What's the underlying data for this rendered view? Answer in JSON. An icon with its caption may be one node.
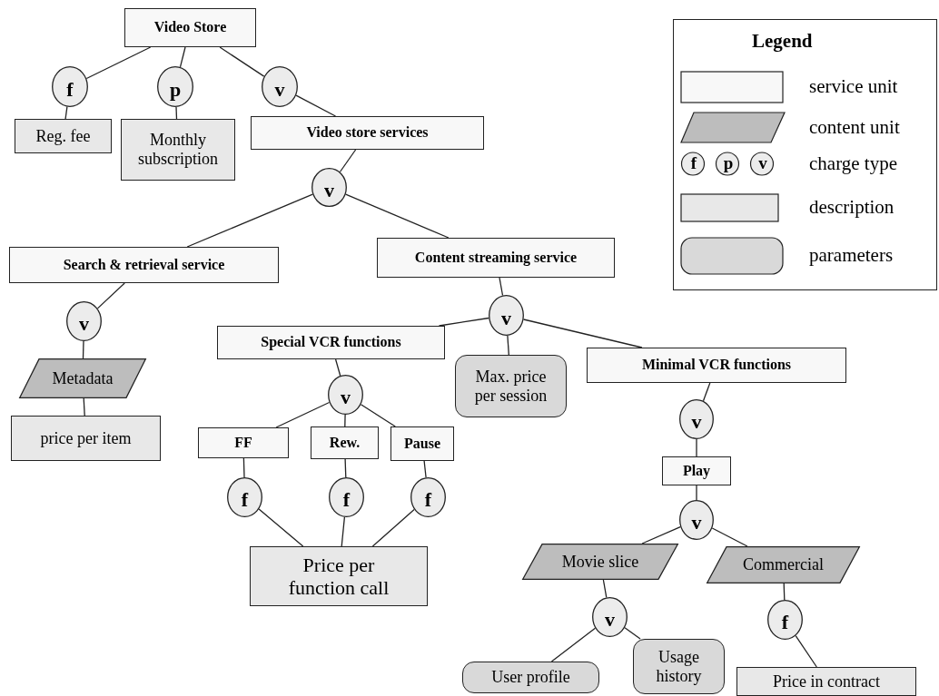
{
  "diagram": {
    "nodes": [
      {
        "text": [
          "Video Store"
        ]
      },
      {
        "text": [
          "f"
        ]
      },
      {
        "text": [
          "p"
        ]
      },
      {
        "text": [
          "v"
        ]
      },
      {
        "text": [
          "Reg. fee"
        ]
      },
      {
        "text": [
          "Monthly subscription"
        ]
      },
      {
        "text": [
          "Video store services"
        ]
      },
      {
        "text": [
          "v"
        ]
      },
      {
        "text": [
          "Search & retrieval service"
        ]
      },
      {
        "text": [
          "Content streaming service"
        ]
      },
      {
        "text": [
          "v"
        ]
      },
      {
        "text": [
          "Metadata"
        ]
      },
      {
        "text": [
          "price per item"
        ]
      },
      {
        "text": [
          "v"
        ]
      },
      {
        "text": [
          "Special VCR functions"
        ]
      },
      {
        "text": [
          "Max. price per session"
        ]
      },
      {
        "text": [
          "Minimal VCR functions"
        ]
      },
      {
        "text": [
          "v"
        ]
      },
      {
        "text": [
          "FF"
        ]
      },
      {
        "text": [
          "Rew."
        ]
      },
      {
        "text": [
          "Pause"
        ]
      },
      {
        "text": [
          "f"
        ]
      },
      {
        "text": [
          "f"
        ]
      },
      {
        "text": [
          "f"
        ]
      },
      {
        "text": [
          "Price per function call"
        ]
      },
      {
        "text": [
          "v"
        ]
      },
      {
        "text": [
          "Play"
        ]
      },
      {
        "text": [
          "v"
        ]
      },
      {
        "text": [
          "Movie slice"
        ]
      },
      {
        "text": [
          "Commercial"
        ]
      },
      {
        "text": [
          "v"
        ]
      },
      {
        "text": [
          "f"
        ]
      },
      {
        "text": [
          "User profile"
        ]
      },
      {
        "text": [
          "Usage history"
        ]
      },
      {
        "text": [
          "Price in contract"
        ]
      }
    ],
    "edges": [
      {
        "from": 0,
        "to": 1,
        "arrow": "none"
      },
      {
        "from": 0,
        "to": 2,
        "arrow": "none"
      },
      {
        "from": 0,
        "to": 3,
        "arrow": "none"
      },
      {
        "from": 1,
        "to": 4,
        "arrow": "none"
      },
      {
        "from": 2,
        "to": 5,
        "arrow": "none"
      },
      {
        "from": 3,
        "to": 6,
        "arrow": "none"
      },
      {
        "from": 6,
        "to": 7,
        "arrow": "none"
      },
      {
        "from": 7,
        "to": 8,
        "arrow": "none"
      },
      {
        "from": 7,
        "to": 9,
        "arrow": "none"
      },
      {
        "from": 8,
        "to": 10,
        "arrow": "none"
      },
      {
        "from": 10,
        "to": 11,
        "arrow": "none"
      },
      {
        "from": 11,
        "to": 12,
        "arrow": "none"
      },
      {
        "from": 9,
        "to": 13,
        "arrow": "none"
      },
      {
        "from": 13,
        "to": 14,
        "arrow": "none"
      },
      {
        "from": 13,
        "to": 15,
        "arrow": "none"
      },
      {
        "from": 13,
        "to": 16,
        "arrow": "none"
      },
      {
        "from": 14,
        "to": 17,
        "arrow": "none"
      },
      {
        "from": 17,
        "to": 18,
        "arrow": "none"
      },
      {
        "from": 17,
        "to": 19,
        "arrow": "none"
      },
      {
        "from": 17,
        "to": 20,
        "arrow": "none"
      },
      {
        "from": 18,
        "to": 21,
        "arrow": "none"
      },
      {
        "from": 19,
        "to": 22,
        "arrow": "none"
      },
      {
        "from": 20,
        "to": 23,
        "arrow": "none"
      },
      {
        "from": 21,
        "to": 24,
        "arrow": "none"
      },
      {
        "from": 22,
        "to": 24,
        "arrow": "none"
      },
      {
        "from": 23,
        "to": 24,
        "arrow": "none"
      },
      {
        "from": 16,
        "to": 25,
        "arrow": "none"
      },
      {
        "from": 25,
        "to": 26,
        "arrow": "none"
      },
      {
        "from": 26,
        "to": 27,
        "arrow": "none"
      },
      {
        "from": 27,
        "to": 28,
        "arrow": "none"
      },
      {
        "from": 27,
        "to": 29,
        "arrow": "none"
      },
      {
        "from": 28,
        "to": 30,
        "arrow": "none"
      },
      {
        "from": 30,
        "to": 32,
        "arrow": "none"
      },
      {
        "from": 30,
        "to": 33,
        "arrow": "none"
      },
      {
        "from": 29,
        "to": 31,
        "arrow": "none"
      },
      {
        "from": 31,
        "to": 34,
        "arrow": "none"
      }
    ],
    "labels": [
      "Legend",
      "f",
      "p",
      "v"
    ],
    "legend": [
      {
        "text": "service unit",
        "color": "#f8f8f8"
      },
      {
        "text": "content unit",
        "color": "#bdbdbd"
      },
      {
        "text": "charge type"
      },
      {
        "text": "description",
        "color": "#e8e8e8"
      },
      {
        "text": "parameters",
        "color": "#d9d9d9"
      }
    ]
  }
}
